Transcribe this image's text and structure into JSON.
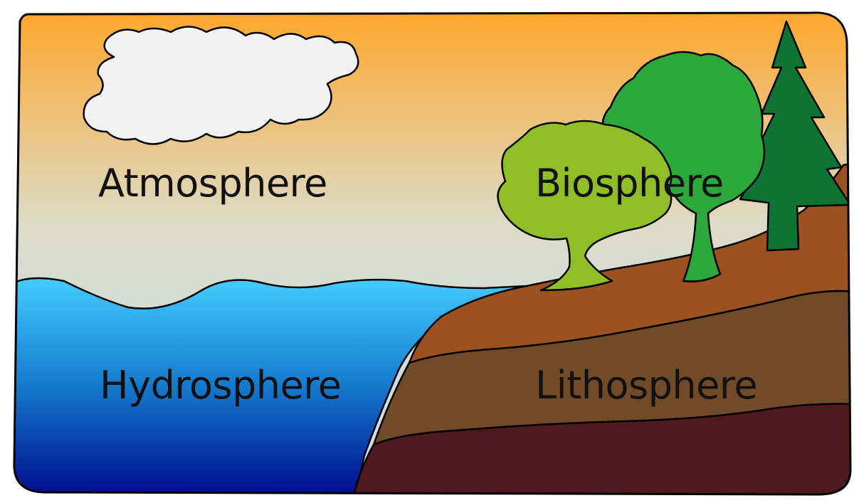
{
  "labels": {
    "atmosphere": "Atmosphere",
    "biosphere": "Biosphere",
    "hydrosphere": "Hydrosphere",
    "lithosphere": "Lithosphere"
  },
  "colors": {
    "sky_top": "#FFA424",
    "sky_mid": "#DCDCC8",
    "sky_bottom": "#C8DCF4",
    "water_top": "#44CCFF",
    "water_bottom": "#000A8C",
    "soil": "#9B5220",
    "soil_mid": "#714A27",
    "bedrock": "#4E1A1E",
    "cloud": "#F2F2F2",
    "tree_light": "#90BE26",
    "tree_mid": "#2CA73A",
    "tree_dark": "#0F7334",
    "outline": "#000000"
  }
}
